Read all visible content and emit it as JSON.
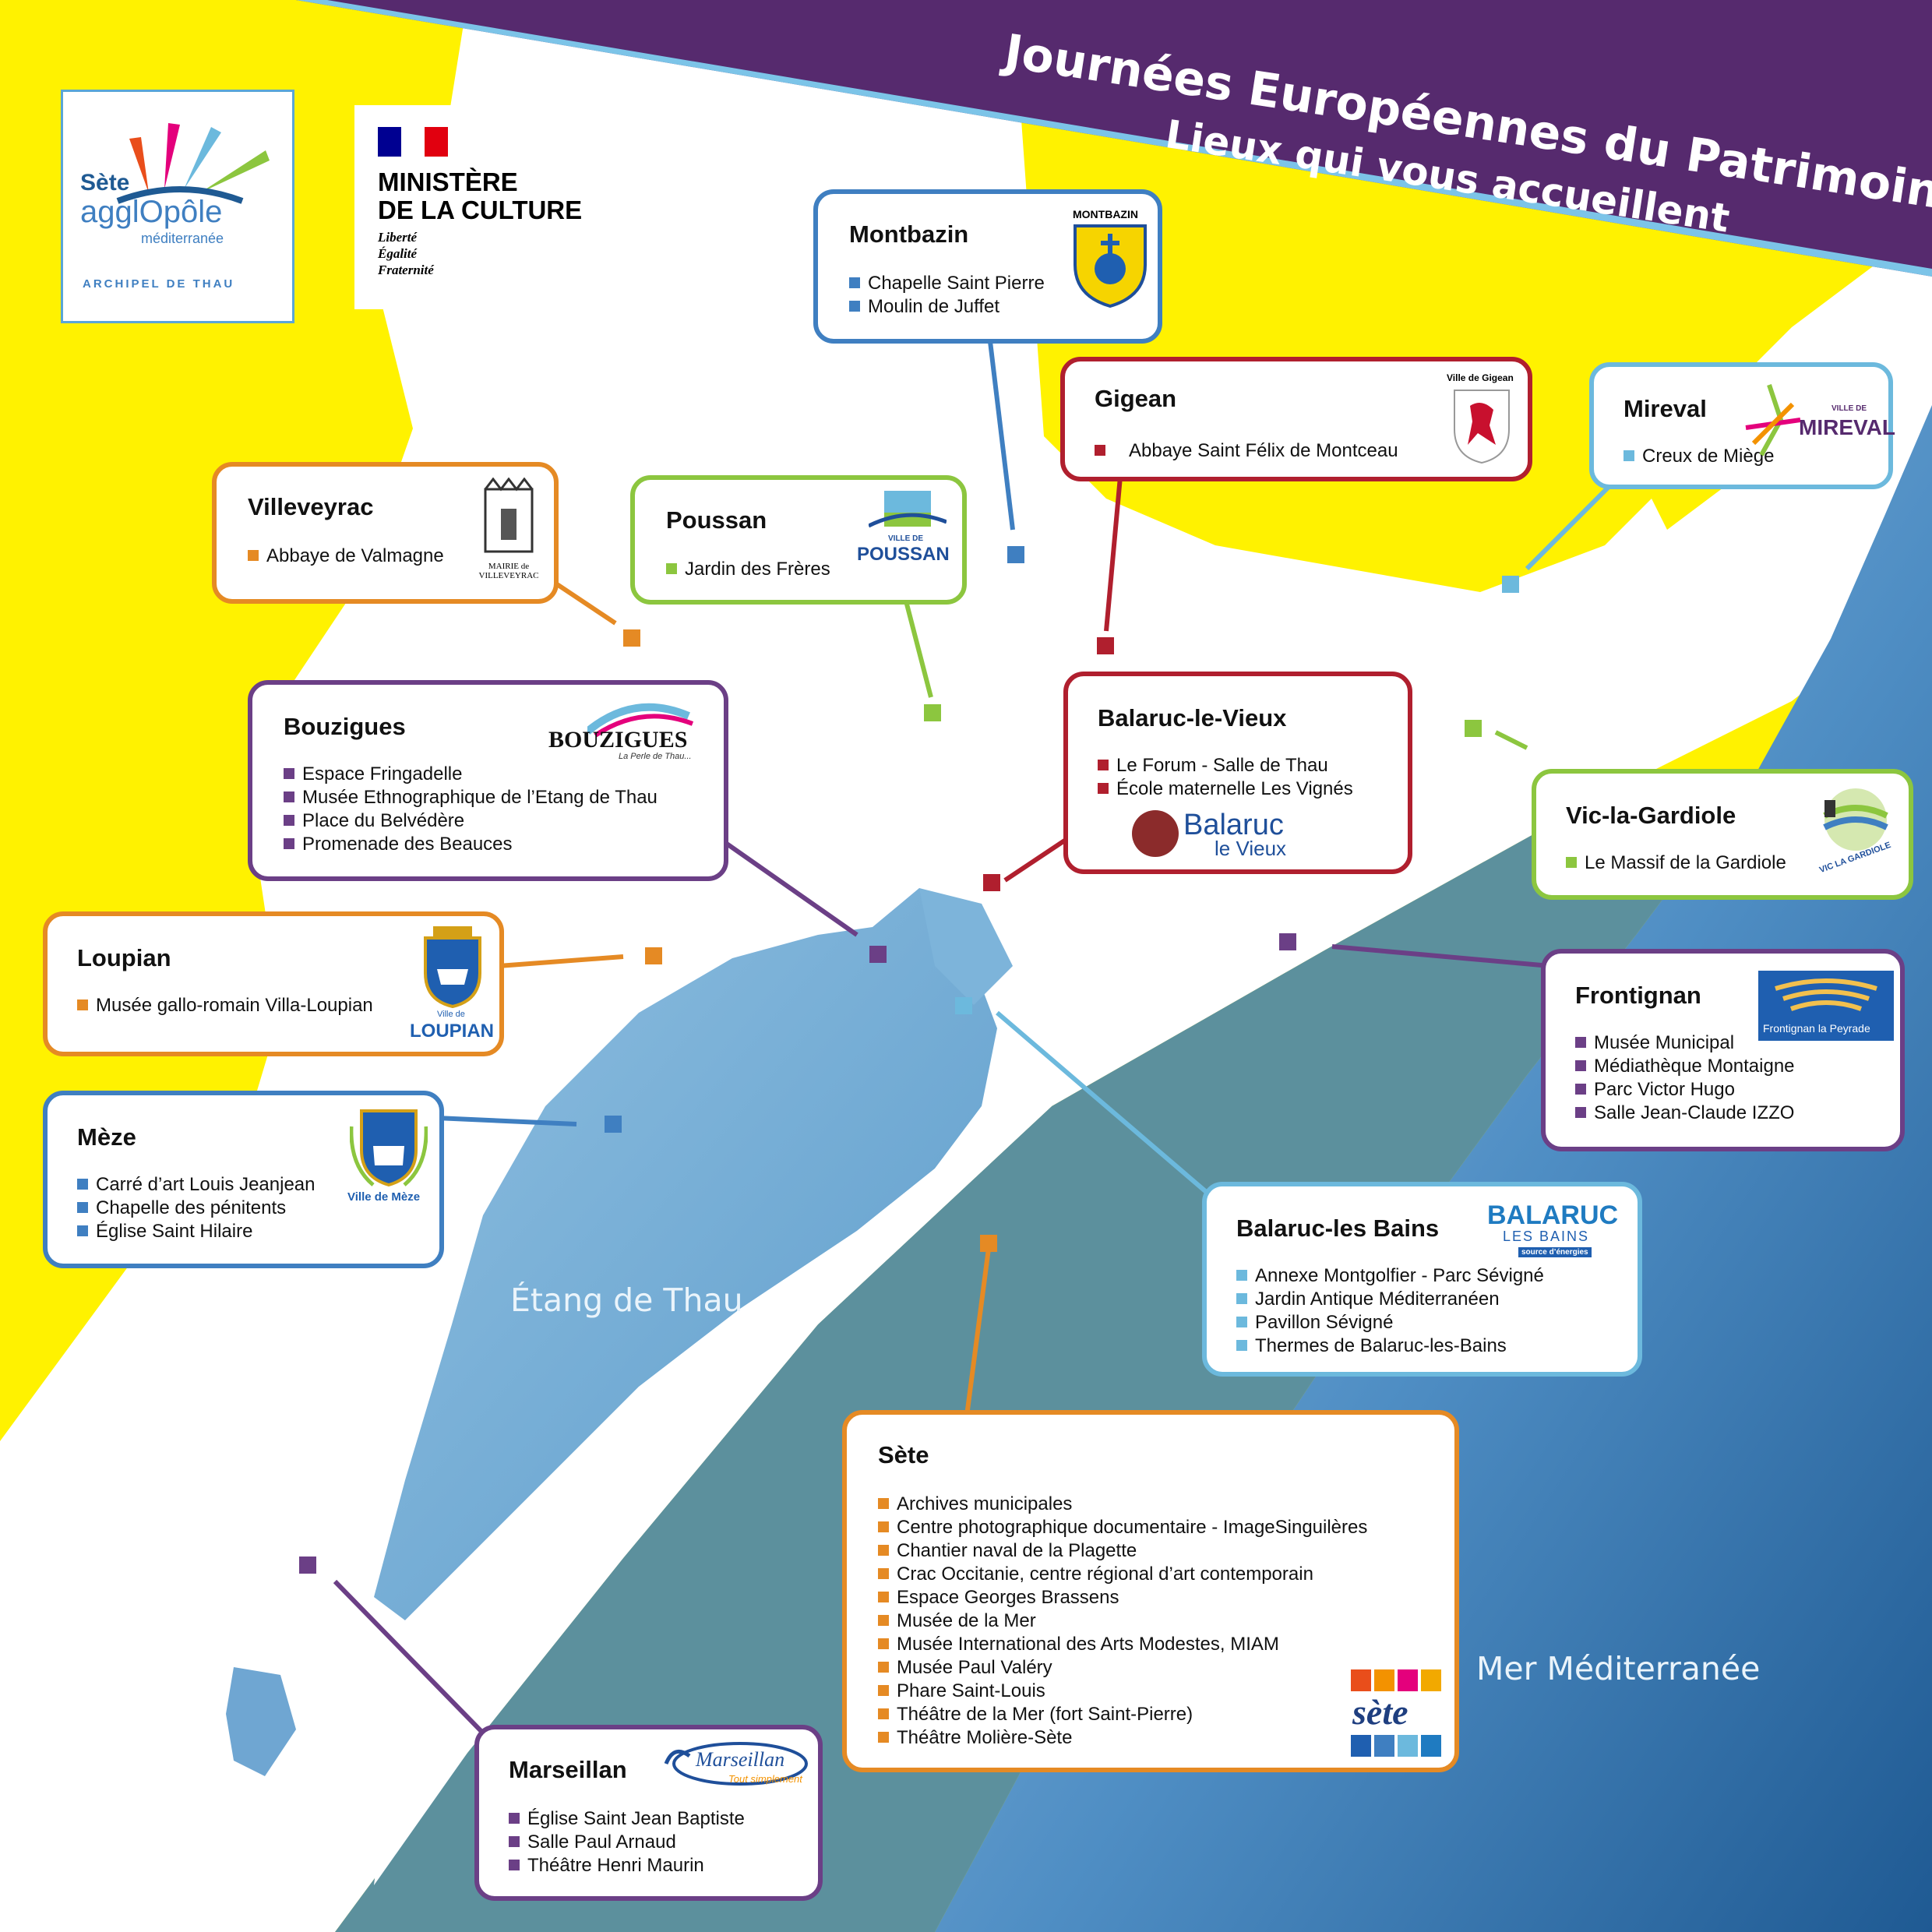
{
  "header": {
    "title": "Journées Européennes du Patrimoine",
    "subtitle": "Lieux qui vous accueillent"
  },
  "logos": {
    "agglopole": {
      "line1": "Sète",
      "line2": "agglOpôle",
      "line3": "méditerranée",
      "line4": "ARCHIPEL DE THAU"
    },
    "ministere": {
      "line1": "MINISTÈRE",
      "line2": "DE LA CULTURE",
      "line3": "Liberté",
      "line4": "Égalité",
      "line5": "Fraternité"
    }
  },
  "sea_labels": {
    "lagoon": "Étang de Thau",
    "sea": "Mer Méditerranée"
  },
  "colors": {
    "yellow": "#fff200",
    "purple": "#562a6e",
    "light_blue": "#7ab3db",
    "dark_blue": "#3a78b1",
    "orange": "#e58a24",
    "green": "#8cc63f",
    "red": "#b01f2e",
    "sky": "#6cb9dd",
    "steel": "#3f7fc1",
    "violet": "#6b3f86"
  },
  "towns": {
    "montbazin": {
      "name": "Montbazin",
      "logo_text": "MONTBAZIN",
      "sites": [
        "Chapelle Saint Pierre",
        "Moulin de Juffet"
      ]
    },
    "gigean": {
      "name": "Gigean",
      "logo_text": "Ville de Gigean",
      "sites": [
        "Abbaye Saint Félix de Montceau"
      ]
    },
    "mireval": {
      "name": "Mireval",
      "logo_text": "MIREVAL",
      "logo_prefix": "VILLE DE",
      "sites": [
        "Creux de Miège"
      ]
    },
    "villeveyrac": {
      "name": "Villeveyrac",
      "logo_text": "MAIRIE de VILLEVEYRAC",
      "sites": [
        "Abbaye de Valmagne"
      ]
    },
    "poussan": {
      "name": "Poussan",
      "logo_text": "POUSSAN",
      "logo_prefix": "VILLE DE",
      "sites": [
        "Jardin des Frères"
      ]
    },
    "bouzigues": {
      "name": "Bouzigues",
      "logo_text": "BOUZIGUES",
      "logo_sub": "La Perle de Thau...",
      "sites": [
        "Espace Fringadelle",
        "Musée Ethnographique de l’Etang de Thau",
        "Place du Belvédère",
        "Promenade des Beauces"
      ]
    },
    "balaruc_vieux": {
      "name": "Balaruc-le-Vieux",
      "logo_text": "Balaruc",
      "logo_sub": "le Vieux",
      "sites": [
        "Le Forum - Salle de Thau",
        "École maternelle Les Vignés"
      ]
    },
    "vic": {
      "name": "Vic-la-Gardiole",
      "logo_text": "VIC LA GARDIOLE",
      "sites": [
        "Le Massif de la Gardiole"
      ]
    },
    "loupian": {
      "name": "Loupian",
      "logo_text": "LOUPIAN",
      "logo_prefix": "Ville de",
      "sites": [
        "Musée gallo-romain Villa-Loupian"
      ]
    },
    "frontignan": {
      "name": "Frontignan",
      "logo_text": "Frontignan la Peyrade",
      "sites": [
        "Musée Municipal",
        "Médiathèque Montaigne",
        "Parc Victor Hugo",
        "Salle Jean-Claude IZZO"
      ]
    },
    "meze": {
      "name": "Mèze",
      "logo_text": "Ville de Mèze",
      "sites": [
        "Carré d’art Louis Jeanjean",
        "Chapelle des pénitents",
        "Église Saint Hilaire"
      ]
    },
    "balaruc_bains": {
      "name": "Balaruc-les Bains",
      "logo_text": "BALARUC",
      "logo_sub": "LES BAINS",
      "logo_tag": "source d’énergies",
      "sites": [
        "Annexe Montgolfier - Parc Sévigné",
        "Jardin Antique Méditerranéen",
        "Pavillon Sévigné",
        "Thermes de Balaruc-les-Bains"
      ]
    },
    "sete": {
      "name": "Sète",
      "logo_text": "sète",
      "sites": [
        "Archives municipales",
        "Centre photographique documentaire - ImageSinguilères",
        "Chantier naval de la Plagette",
        "Crac Occitanie, centre régional d’art contemporain",
        "Espace Georges Brassens",
        "Musée de la Mer",
        "Musée International des Arts Modestes, MIAM",
        "Musée Paul Valéry",
        "Phare Saint-Louis",
        "Théâtre de la Mer (fort Saint-Pierre)",
        "Théâtre Molière-Sète"
      ]
    },
    "marseillan": {
      "name": "Marseillan",
      "logo_text": "Marseillan",
      "logo_sub": "Tout simplement",
      "sites": [
        "Église Saint Jean Baptiste",
        "Salle Paul Arnaud",
        "Théâtre Henri Maurin"
      ]
    }
  }
}
